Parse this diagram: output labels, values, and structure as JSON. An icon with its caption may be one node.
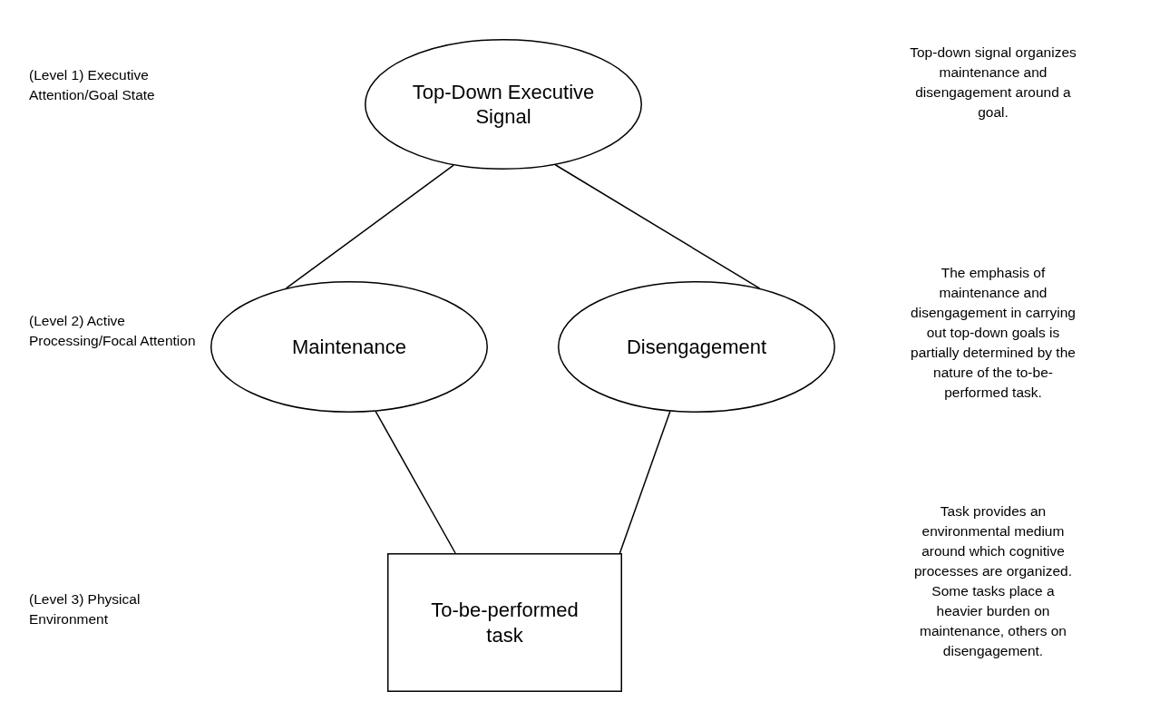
{
  "diagram": {
    "nodes": [
      {
        "text": [
          "Top-Down Executive Signal"
        ]
      },
      {
        "text": [
          "Maintenance"
        ]
      },
      {
        "text": [
          "Disengagement"
        ]
      },
      {
        "text": [
          "To-be-performed task"
        ]
      }
    ],
    "edges": [
      {
        "from": 0,
        "to": 1,
        "arrow": "none"
      },
      {
        "from": 0,
        "to": 2,
        "arrow": "none"
      },
      {
        "from": 1,
        "to": 3,
        "arrow": "none"
      },
      {
        "from": 2,
        "to": 3,
        "arrow": "none"
      }
    ],
    "labels": [
      "(Level 1) Executive Attention/Goal State",
      "Top-down signal organizes maintenance and disengagement around a goal.",
      "(Level 2) Active Processing/Focal Attention",
      "The emphasis of maintenance and disengagement in carrying out top-down goals is partially determined by the nature of the to-be-performed task.",
      "(Level 3) Physical Environment",
      "Task provides an environmental medium around which cognitive processes are organized. Some tasks place a heavier burden on maintenance, others on disengagement."
    ]
  }
}
